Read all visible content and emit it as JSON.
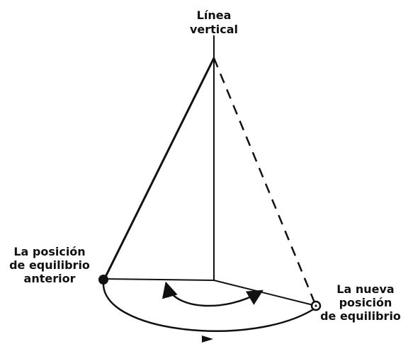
{
  "labels": {
    "vertical_line_1": "Línea",
    "vertical_line_2": "vertical",
    "previous_position_1": "La posición",
    "previous_position_2": "de equilibrio",
    "previous_position_3": "anterior",
    "new_position_1": "La nueva",
    "new_position_2": "posición",
    "new_position_3": "de equilibrio"
  },
  "colors": {
    "ink": "#111111",
    "background": "#ffffff"
  }
}
